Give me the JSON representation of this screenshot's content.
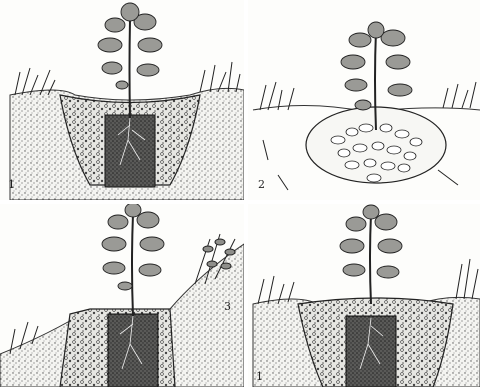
{
  "figure": {
    "panels": [
      {
        "id": "1",
        "number": "1"
      },
      {
        "id": "2",
        "number": "2"
      },
      {
        "id": "3",
        "number": "3"
      },
      {
        "id": "4",
        "number": "1"
      }
    ]
  }
}
